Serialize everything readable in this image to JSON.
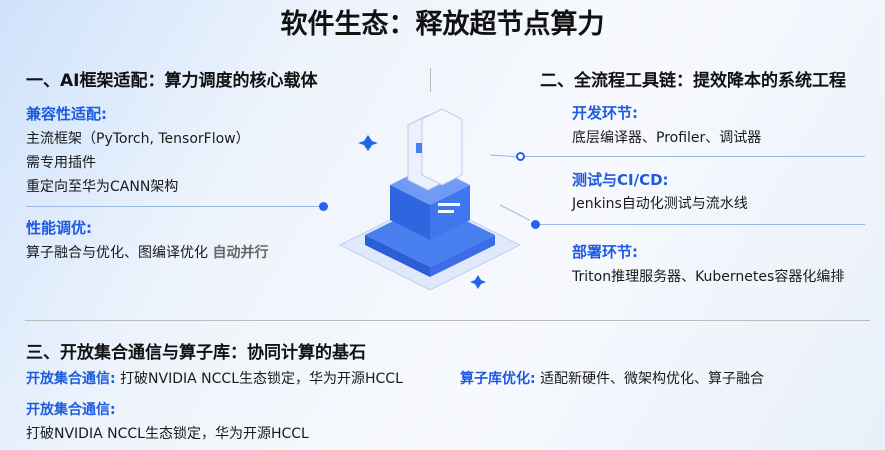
{
  "title": "软件生态：释放超节点算力",
  "section1": {
    "heading": "一、AI框架适配：算力调度的核心载体",
    "compat_label": "兼容性适配:",
    "compat_lines": [
      "主流框架（PyTorch, TensorFlow）",
      "需专用插件",
      "重定向至华为CANN架构"
    ],
    "perf_label": "性能调优:",
    "perf_text": "算子融合与优化、图编译优化",
    "perf_extra": "自动并行"
  },
  "section2": {
    "heading": "二、全流程工具链：提效降本的系统工程",
    "items": [
      {
        "label": "开发环节:",
        "text": "底层编译器、Profiler、调试器"
      },
      {
        "label": "测试与CI/CD:",
        "text": "Jenkins自动化测试与流水线"
      },
      {
        "label": "部署环节:",
        "text": "Triton推理服务器、Kubernetes容器化编排"
      }
    ]
  },
  "section3": {
    "heading": "三、开放集合通信与算子库：协同计算的基石",
    "comm_label": "开放集合通信:",
    "comm_text": "打破NVIDIA NCCL生态锁定，华为开源HCCL",
    "op_label": "算子库优化:",
    "op_text": "适配新硬件、微架构优化、算子融合",
    "comm2_label": "开放集合通信:",
    "comm2_text": "打破NVIDIA NCCL生态锁定，华为开源HCCL"
  },
  "colors": {
    "accent": "#1d5be0"
  }
}
